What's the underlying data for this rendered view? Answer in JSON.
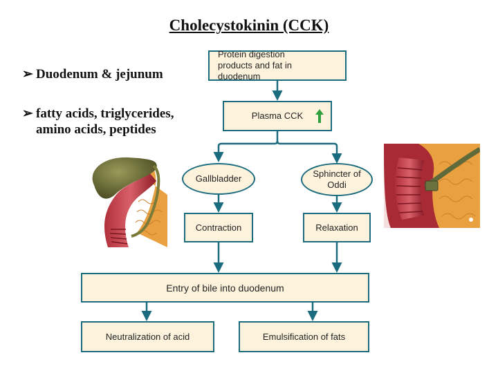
{
  "title": "Cholecystokinin (CCK)",
  "bullets": {
    "line1": "Duodenum & jejunum",
    "line2a": "fatty acids, triglycerides,",
    "line2b": "amino acids, peptides",
    "marker": "➢"
  },
  "flow": {
    "stimulus": "Protein digestion products and fat in duodenum",
    "plasma_cck": "Plasma CCK",
    "plasma_cck_change": "increase",
    "gallbladder": "Gallbladder",
    "sphincter": "Sphincter of Oddi",
    "contraction": "Contraction",
    "relaxation": "Relaxation",
    "entry": "Entry of bile into duodenum",
    "neutralization": "Neutralization of acid",
    "emulsification": "Emulsification of fats"
  },
  "colors": {
    "arrow": "#1b6b7e",
    "box_fill": "#fdf3dd",
    "up_arrow": "#2e9e3e"
  },
  "icons": {
    "up_arrow": "up-arrow-icon",
    "bullet": "bullet-arrow-icon"
  }
}
